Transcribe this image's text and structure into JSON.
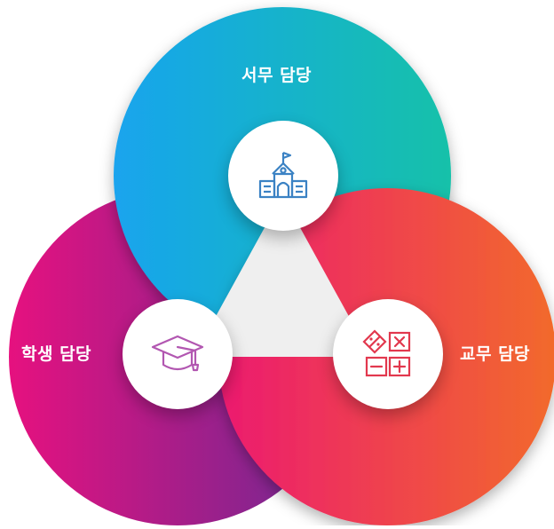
{
  "diagram": {
    "admin": {
      "label": "서무 담당",
      "icon": "school-building-icon",
      "color_from": "#1aa4ee",
      "color_to": "#12c1a9"
    },
    "student": {
      "label": "학생 담당",
      "icon": "graduation-cap-icon",
      "color_from": "#e6117f",
      "color_to": "#6a2a93"
    },
    "academic": {
      "label": "교무 담당",
      "icon": "calculator-icon",
      "color_from": "#ec1a70",
      "color_to": "#f26a2b"
    },
    "center": {
      "color": "#efefef"
    }
  }
}
